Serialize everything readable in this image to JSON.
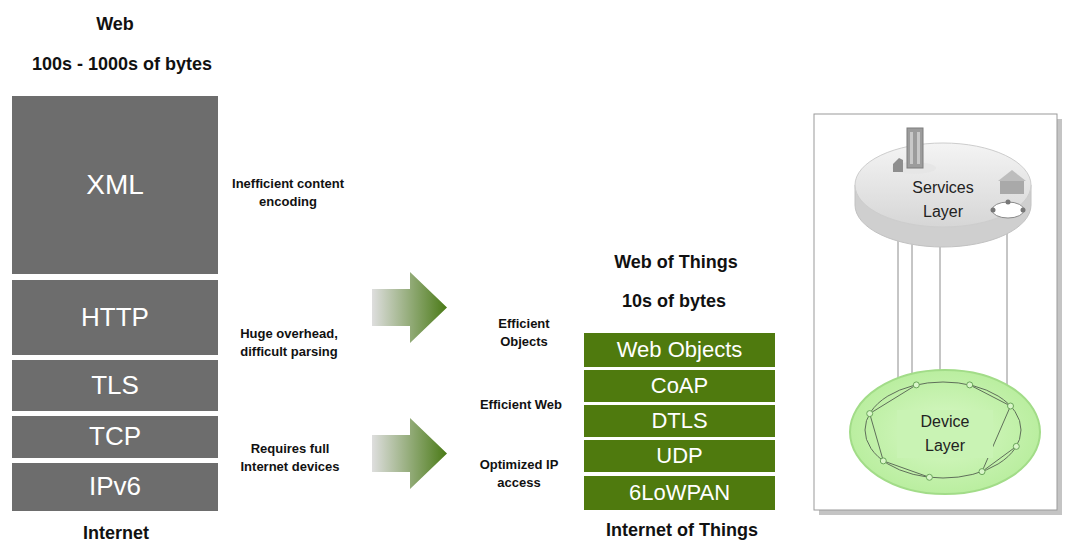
{
  "diagram": {
    "nodes": [
      {
        "text": [
          "XML"
        ]
      },
      {
        "text": [
          "HTTP"
        ]
      },
      {
        "text": [
          "TLS"
        ]
      },
      {
        "text": [
          "TCP"
        ]
      },
      {
        "text": [
          "IPv6"
        ]
      },
      {
        "text": [
          "Web Objects"
        ]
      },
      {
        "text": [
          "CoAP"
        ]
      },
      {
        "text": [
          "DTLS"
        ]
      },
      {
        "text": [
          "UDP"
        ]
      },
      {
        "text": [
          "6LoWPAN"
        ]
      },
      {
        "text": [
          "Services Layer"
        ]
      },
      {
        "text": [
          "Device Layer"
        ]
      }
    ],
    "edges": [
      {
        "from": 10,
        "to": 11,
        "arrow": "none"
      },
      {
        "from": 10,
        "to": 11,
        "arrow": "none"
      },
      {
        "from": 10,
        "to": 11,
        "arrow": "none"
      },
      {
        "from": 10,
        "to": 11,
        "arrow": "none"
      }
    ],
    "labels": [
      "Web",
      "100s - 1000s of bytes",
      "Inefficient content encoding",
      "Huge overhead, difficult parsing",
      "Requires full Internet devices",
      "Internet",
      "Web of Things",
      "10s of bytes",
      "Efficient Objects",
      "Efficient Web",
      "Optimized IP access",
      "Internet of Things"
    ]
  }
}
